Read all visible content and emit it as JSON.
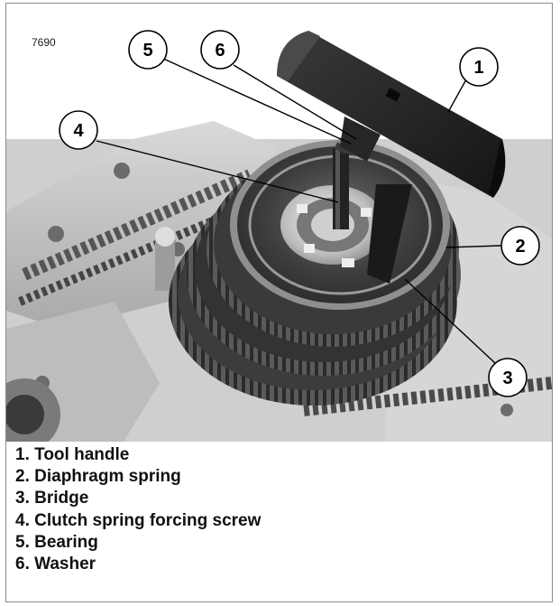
{
  "figure_id": "7690",
  "callouts": [
    {
      "number": "1",
      "label": "Tool handle"
    },
    {
      "number": "2",
      "label": "Diaphragm spring"
    },
    {
      "number": "3",
      "label": "Bridge"
    },
    {
      "number": "4",
      "label": "Clutch spring forcing screw"
    },
    {
      "number": "5",
      "label": "Bearing"
    },
    {
      "number": "6",
      "label": "Washer"
    }
  ],
  "legend": [
    "1. Tool handle",
    "2. Diaphragm spring",
    "3. Bridge",
    "4. Clutch spring forcing screw",
    "5. Bearing",
    "6. Washer"
  ]
}
